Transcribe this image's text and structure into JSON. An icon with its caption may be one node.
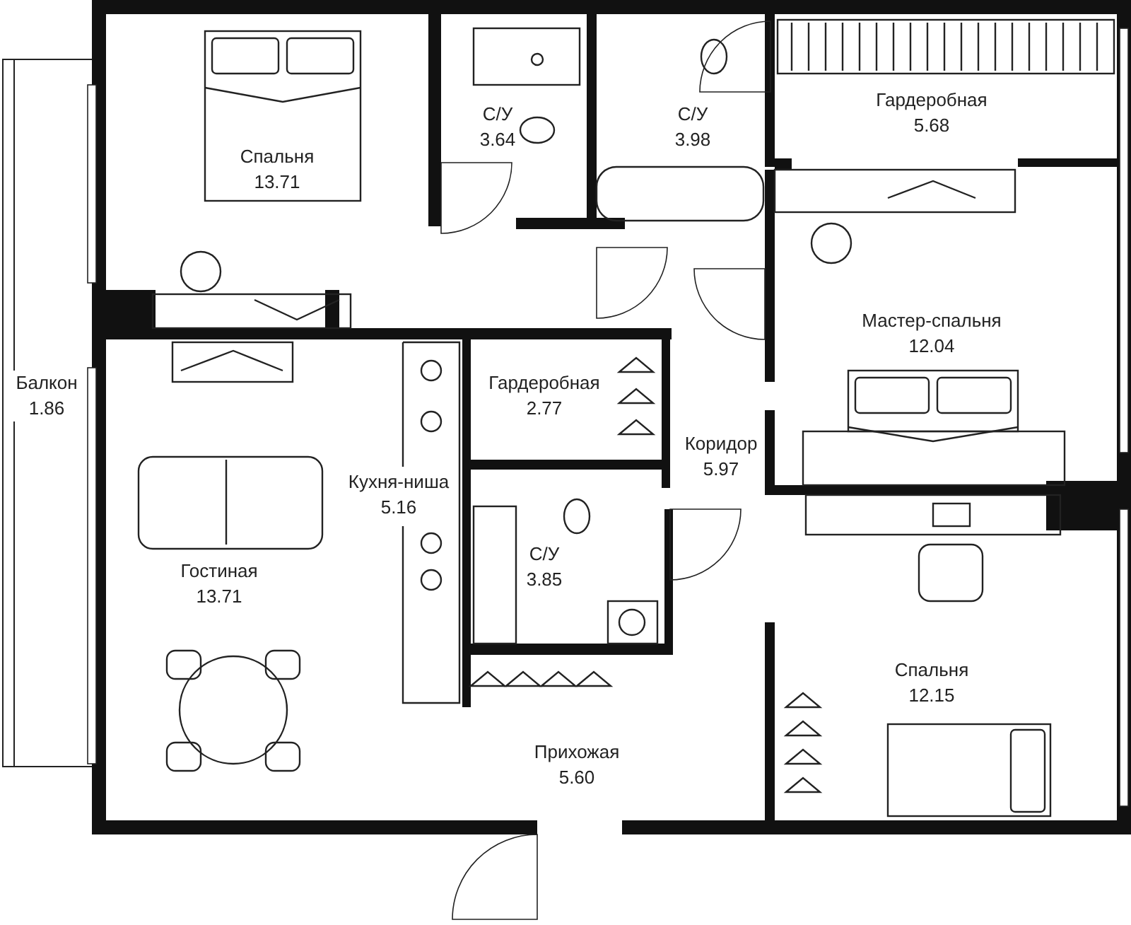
{
  "diagram": {
    "nodes": [
      {
        "text": [
          "Спальня",
          "13.71"
        ]
      },
      {
        "text": [
          "С/У",
          "3.64"
        ]
      },
      {
        "text": [
          "С/У",
          "3.98"
        ]
      },
      {
        "text": [
          "Гардеробная",
          "5.68"
        ]
      },
      {
        "text": [
          "Мастер-спальня",
          "12.04"
        ]
      },
      {
        "text": [
          "Балкон",
          "1.86"
        ]
      },
      {
        "text": [
          "Гардеробная",
          "2.77"
        ]
      },
      {
        "text": [
          "Коридор",
          "5.97"
        ]
      },
      {
        "text": [
          "Кухня-ниша",
          "5.16"
        ]
      },
      {
        "text": [
          "С/У",
          "3.85"
        ]
      },
      {
        "text": [
          "Гостиная",
          "13.71"
        ]
      },
      {
        "text": [
          "Спальня",
          "12.15"
        ]
      },
      {
        "text": [
          "Прихожая",
          "5.60"
        ]
      }
    ]
  }
}
